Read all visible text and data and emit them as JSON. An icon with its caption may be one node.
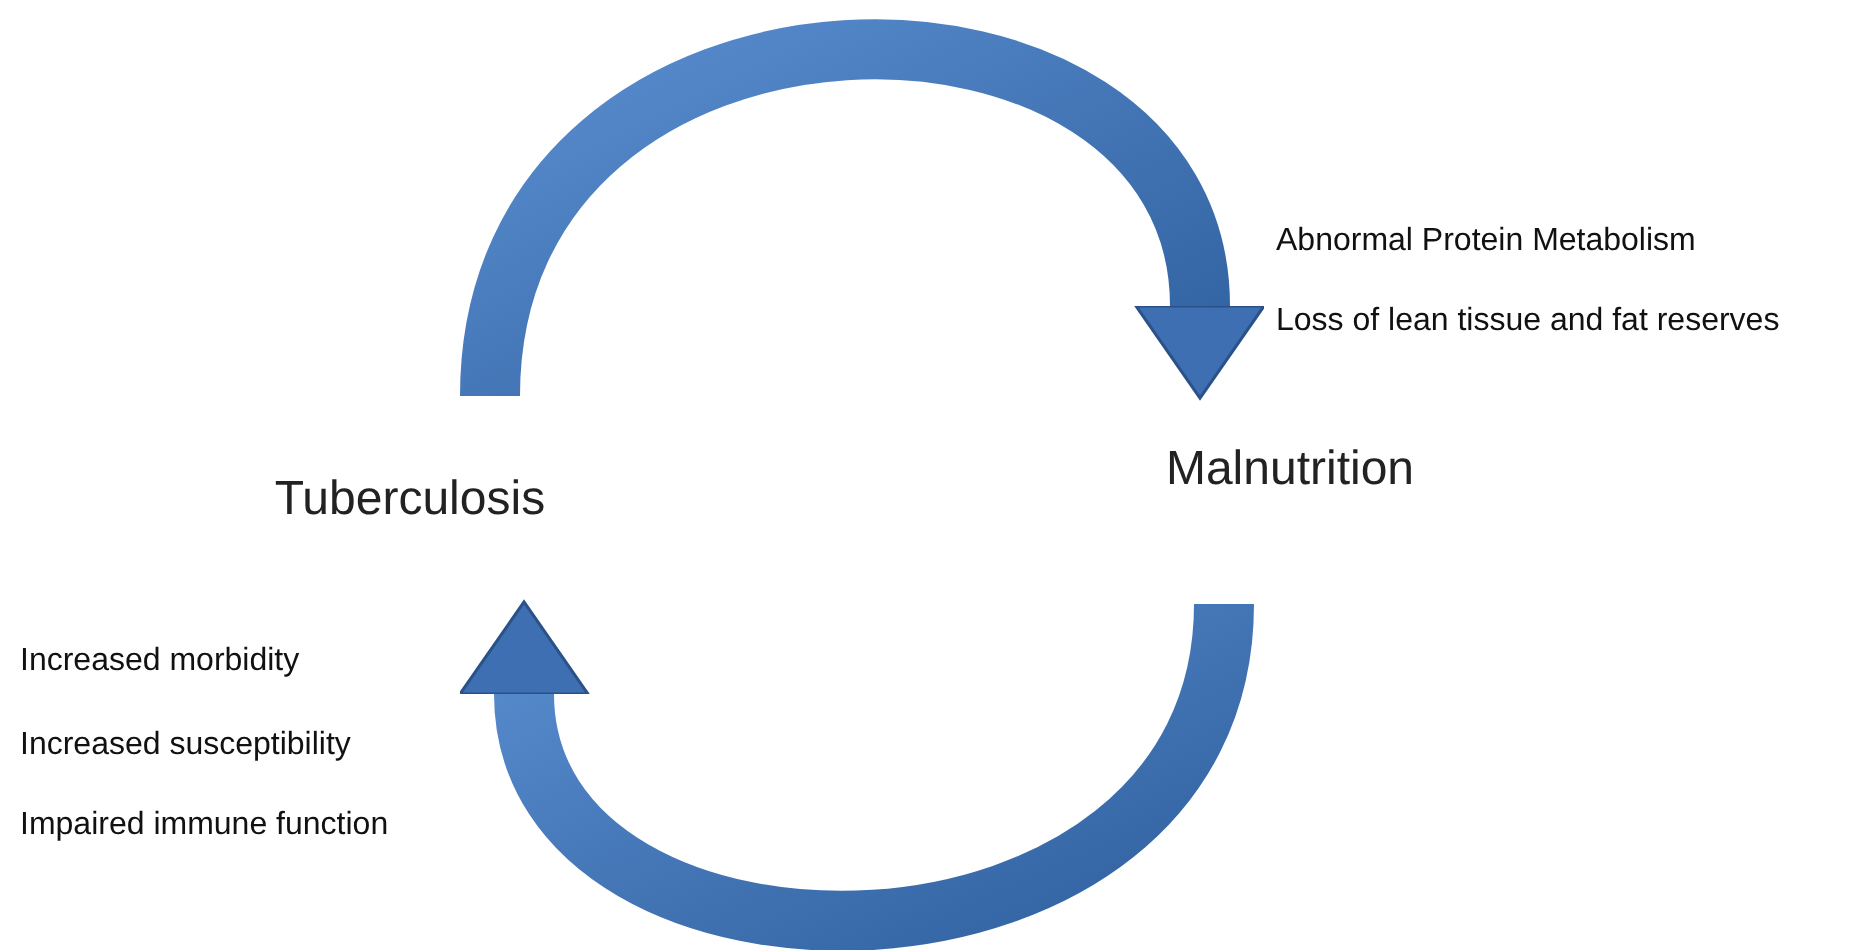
{
  "diagram": {
    "nodes": [
      {
        "text": [
          "Tuberculosis"
        ]
      },
      {
        "text": [
          "Malnutrition"
        ]
      }
    ],
    "edges": [
      {
        "from": 0,
        "to": 1,
        "arrow": "to",
        "style": "thick"
      },
      {
        "from": 1,
        "to": 0,
        "arrow": "to",
        "style": "thick"
      }
    ],
    "labels": [
      "Abnormal Protein Metabolism",
      "Loss of lean tissue and fat reserves",
      "Increased morbidity",
      "Increased susceptibility",
      "Impaired immune function"
    ]
  }
}
